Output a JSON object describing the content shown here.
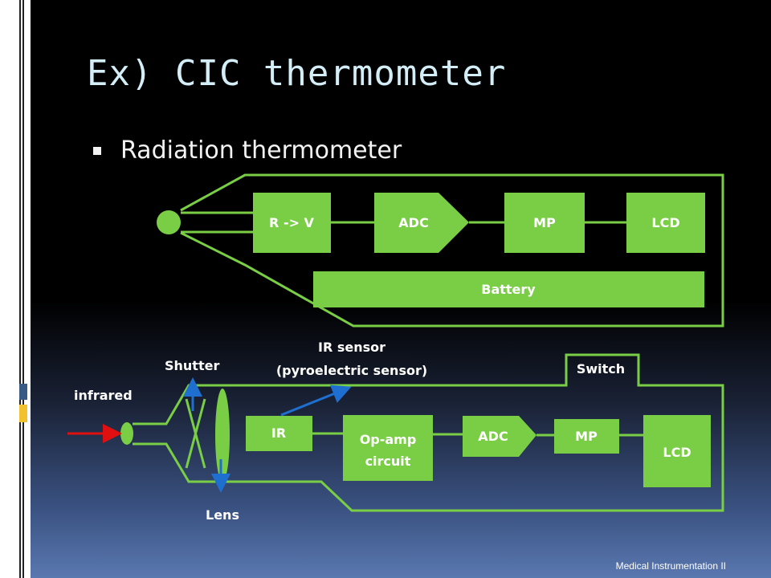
{
  "slide": {
    "title": "Ex) CIC thermometer",
    "bullet": "Radiation thermometer",
    "footer": "Medical Instrumentation II"
  },
  "diagram1": {
    "blocks": [
      "R -> V",
      "ADC",
      "MP",
      "LCD"
    ],
    "battery": "Battery"
  },
  "diagram2": {
    "labels": {
      "infrared": "infrared",
      "shutter": "Shutter",
      "lens": "Lens",
      "ir_sensor_line1": "IR sensor",
      "ir_sensor_line2": "(pyroelectric sensor)",
      "switch": "Switch"
    },
    "blocks": {
      "ir": "IR",
      "opamp_line1": "Op-amp",
      "opamp_line2": "circuit",
      "adc": "ADC",
      "mp": "MP",
      "lcd": "LCD"
    }
  },
  "colors": {
    "block_green": "#7ace46",
    "title_text": "#d4eef8",
    "arrow_red": "#e01010",
    "arrow_blue": "#1f6fd0"
  }
}
